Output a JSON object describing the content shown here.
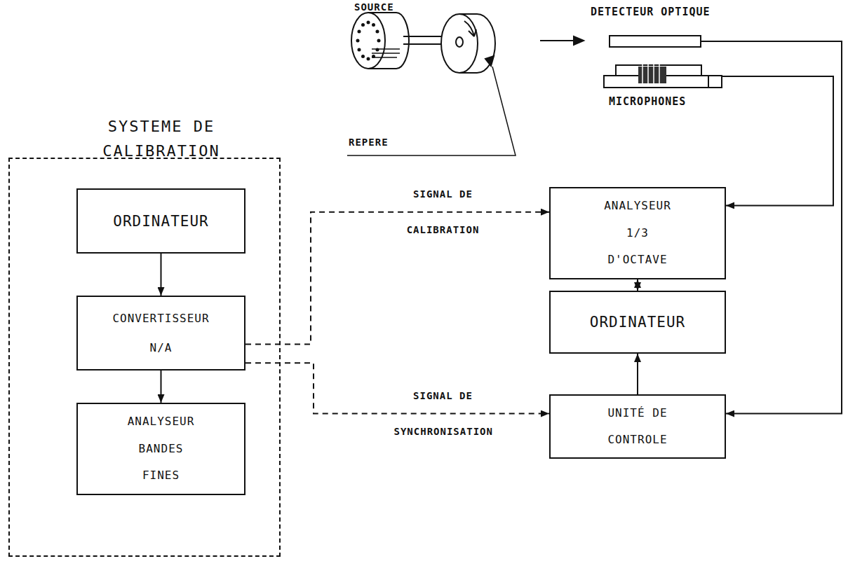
{
  "diagram": {
    "nodes": [
      {
        "text": [
          "SYSTEME DE CALIBRATION"
        ]
      },
      {
        "text": [
          "ORDINATEUR"
        ],
        "in": 0
      },
      {
        "text": [
          "CONVERTISSEUR N/A"
        ],
        "in": 0
      },
      {
        "text": [
          "ANALYSEUR BANDES FINES"
        ],
        "in": 0
      },
      {
        "text": [
          "DETECTEUR OPTIQUE"
        ]
      },
      {
        "text": [
          "MICROPHONES"
        ]
      },
      {
        "text": [
          "ANALYSEUR 1/3 D'OCTAVE"
        ]
      },
      {
        "text": [
          "ORDINATEUR"
        ]
      },
      {
        "text": [
          "UNITÉ DE CONTROLE"
        ]
      }
    ],
    "edges": [
      {
        "from": 1,
        "to": 2,
        "arrow": "to"
      },
      {
        "from": 2,
        "to": 3,
        "arrow": "to"
      },
      {
        "from": 2,
        "to": 6,
        "label": "SIGNAL DE CALIBRATION",
        "arrow": "to"
      },
      {
        "from": 2,
        "to": 8,
        "label": "SIGNAL DE SYNCHRONISATION",
        "arrow": "to"
      },
      {
        "from": 4,
        "to": 8,
        "arrow": "to"
      },
      {
        "from": 5,
        "to": 6,
        "arrow": "to"
      },
      {
        "from": 6,
        "to": 7,
        "arrow": "both"
      },
      {
        "from": 8,
        "to": 7,
        "arrow": "to"
      }
    ],
    "labels": [
      "SOURCE",
      "REPERE"
    ]
  }
}
